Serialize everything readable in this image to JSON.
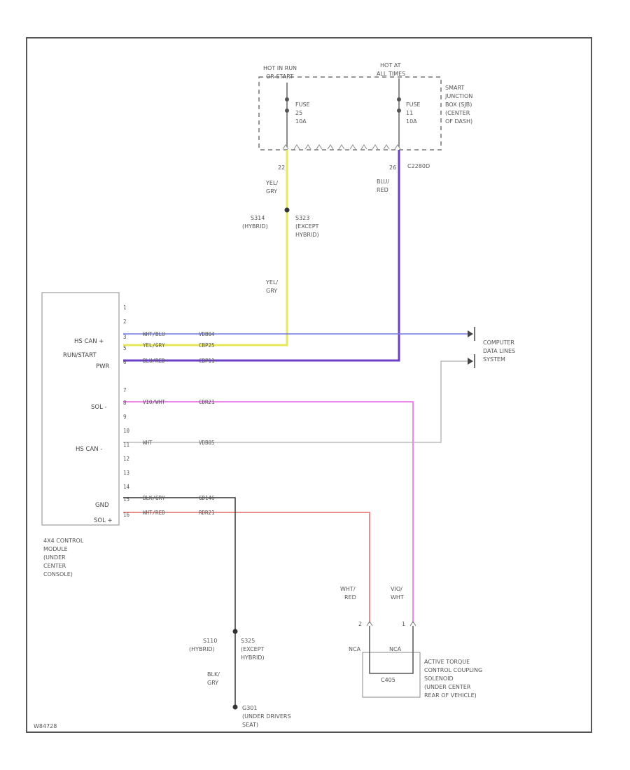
{
  "diagram": {
    "junction_box": {
      "hot_left": [
        "HOT IN RUN",
        "OR START"
      ],
      "hot_right": [
        "HOT AT",
        "ALL TIMES"
      ],
      "fuse_left": [
        "FUSE",
        "25",
        "10A"
      ],
      "fuse_right": [
        "FUSE",
        "11",
        "10A"
      ],
      "label": [
        "SMART",
        "JUNCTION",
        "BOX (SJB)",
        "(CENTER",
        "OF DASH)"
      ],
      "connector": "C2280D",
      "pin_left": "22",
      "pin_right": "26"
    },
    "wires": {
      "yel_gry_top": [
        "YEL/",
        "GRY"
      ],
      "blu_red_top": [
        "BLU/",
        "RED"
      ],
      "splice_left": [
        "S314",
        "(HYBRID)"
      ],
      "splice_right": [
        "S323",
        "(EXCEPT",
        "HYBRID)"
      ],
      "yel_gry_mid": [
        "YEL/",
        "GRY"
      ],
      "wht_red_bottom": [
        "WHT/",
        "RED"
      ],
      "vio_wht_bottom": [
        "VIO/",
        "WHT"
      ],
      "ground_splice_left": [
        "S110",
        "(HYBRID)"
      ],
      "ground_splice_right": [
        "S325",
        "(EXCEPT",
        "HYBRID)"
      ],
      "blk_gry": [
        "BLK/",
        "GRY"
      ]
    },
    "module": {
      "label": [
        "4X4 CONTROL",
        "MODULE",
        "(UNDER",
        "CENTER",
        "CONSOLE)"
      ],
      "pin_labels": [
        {
          "name": "HS CAN +",
          "pin": "3"
        },
        {
          "name": "RUN/START",
          "pin": "5"
        },
        {
          "name": "PWR",
          "pin": "6"
        },
        {
          "name": "SOL -",
          "pin": "8"
        },
        {
          "name": "HS CAN -",
          "pin": "11"
        },
        {
          "name": "GND",
          "pin": "15"
        },
        {
          "name": "SOL +",
          "pin": "16"
        }
      ],
      "pin_numbers": [
        "1",
        "2",
        "3",
        "5",
        "6",
        "7",
        "8",
        "9",
        "10",
        "11",
        "12",
        "13",
        "14",
        "15",
        "16"
      ],
      "wire_rows": [
        {
          "color": "WHT/BLU",
          "circuit": "VDB04"
        },
        {
          "color": "YEL/GRY",
          "circuit": "CBP25"
        },
        {
          "color": "BLU/RED",
          "circuit": "CBP11"
        },
        {
          "color": "VIO/WHT",
          "circuit": "CDR21"
        },
        {
          "color": "WHT",
          "circuit": "VDB05"
        },
        {
          "color": "BLK/GRY",
          "circuit": "GD146"
        },
        {
          "color": "WHT/RED",
          "circuit": "RDR21"
        }
      ]
    },
    "computer_data": [
      "COMPUTER",
      "DATA LINES",
      "SYSTEM"
    ],
    "solenoid": {
      "pins": [
        "2",
        "1"
      ],
      "pin_labels": [
        "NCA",
        "NCA"
      ],
      "connector": "C405",
      "label": [
        "ACTIVE TORQUE",
        "CONTROL COUPLING",
        "SOLENOID",
        "(UNDER CENTER",
        "REAR OF VEHICLE)"
      ]
    },
    "ground": [
      "G301",
      "(UNDER DRIVERS",
      "SEAT)"
    ],
    "footer_code": "W84728"
  }
}
